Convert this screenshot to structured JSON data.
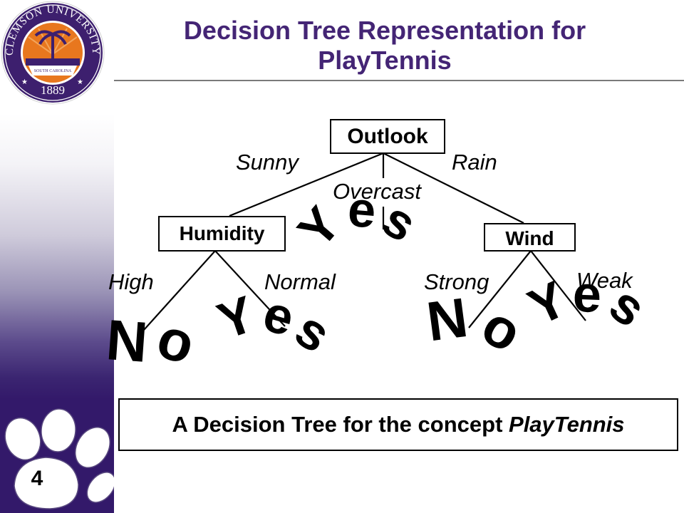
{
  "slide": {
    "title": "Decision Tree Representation for PlayTennis",
    "number": "4",
    "logo": {
      "top_text": "CLEMSON UNIVERSITY",
      "state_text": "SOUTH CAROLINA",
      "year": "1889"
    },
    "paw_icon": "tiger-paw-icon"
  },
  "tree": {
    "root": "Outlook",
    "humidity_node": "Humidity",
    "wind_node": "Wind",
    "edges": {
      "sunny": "Sunny",
      "overcast": "Overcast",
      "rain": "Rain",
      "high": "High",
      "normal": "Normal",
      "strong": "Strong",
      "weak": "Weak"
    },
    "leaves": {
      "overcast_leaf": "Yes",
      "high_leaf": "No",
      "normal_leaf": "Yes",
      "strong_leaf": "No",
      "weak_leaf": "Yes"
    }
  },
  "caption": {
    "prefix": "A Decision Tree for the concept ",
    "concept": "PlayTennis"
  },
  "colors": {
    "title": "#442575",
    "purple": "#33196a",
    "seal_orange": "#e8771e"
  }
}
